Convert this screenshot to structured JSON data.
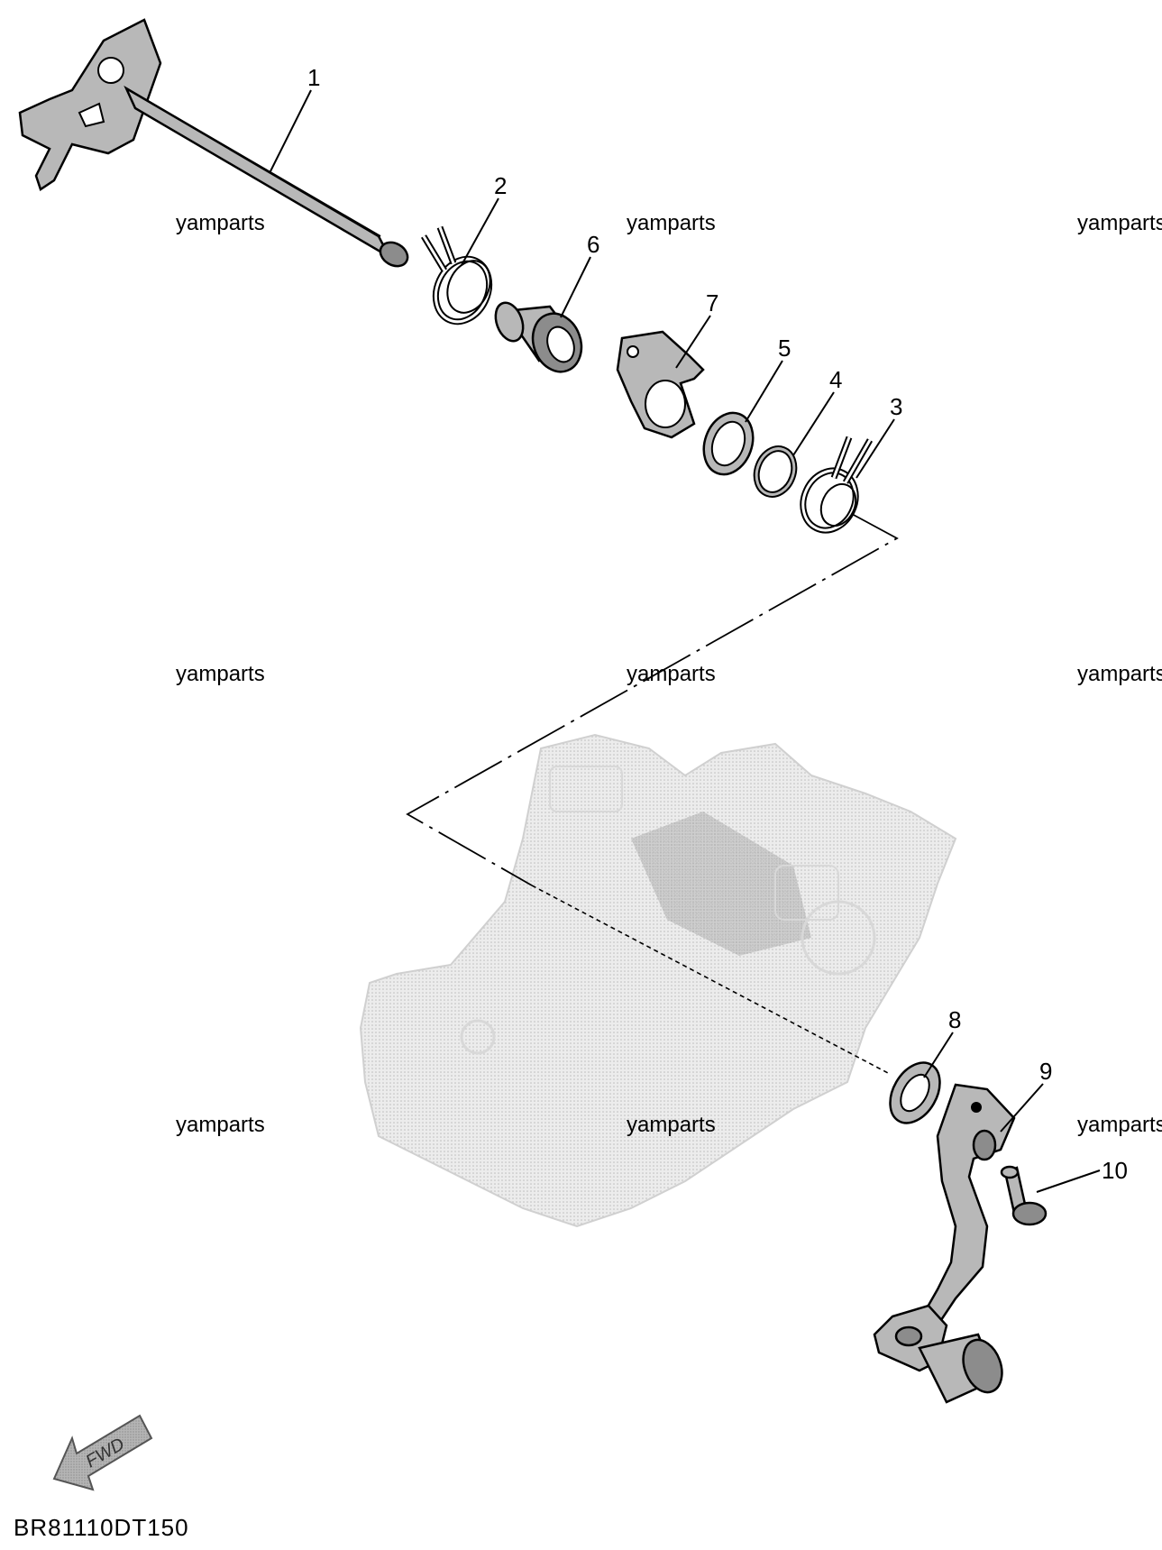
{
  "watermark": "yamparts",
  "diagram_code": "BR81110DT150",
  "fwd_label": "FWD",
  "callouts": [
    "1",
    "2",
    "3",
    "4",
    "5",
    "6",
    "7",
    "8",
    "9",
    "10"
  ],
  "colors": {
    "part_fill": "#b8b8b8",
    "engine_fill": "#e4e4e4",
    "line": "#000000"
  }
}
